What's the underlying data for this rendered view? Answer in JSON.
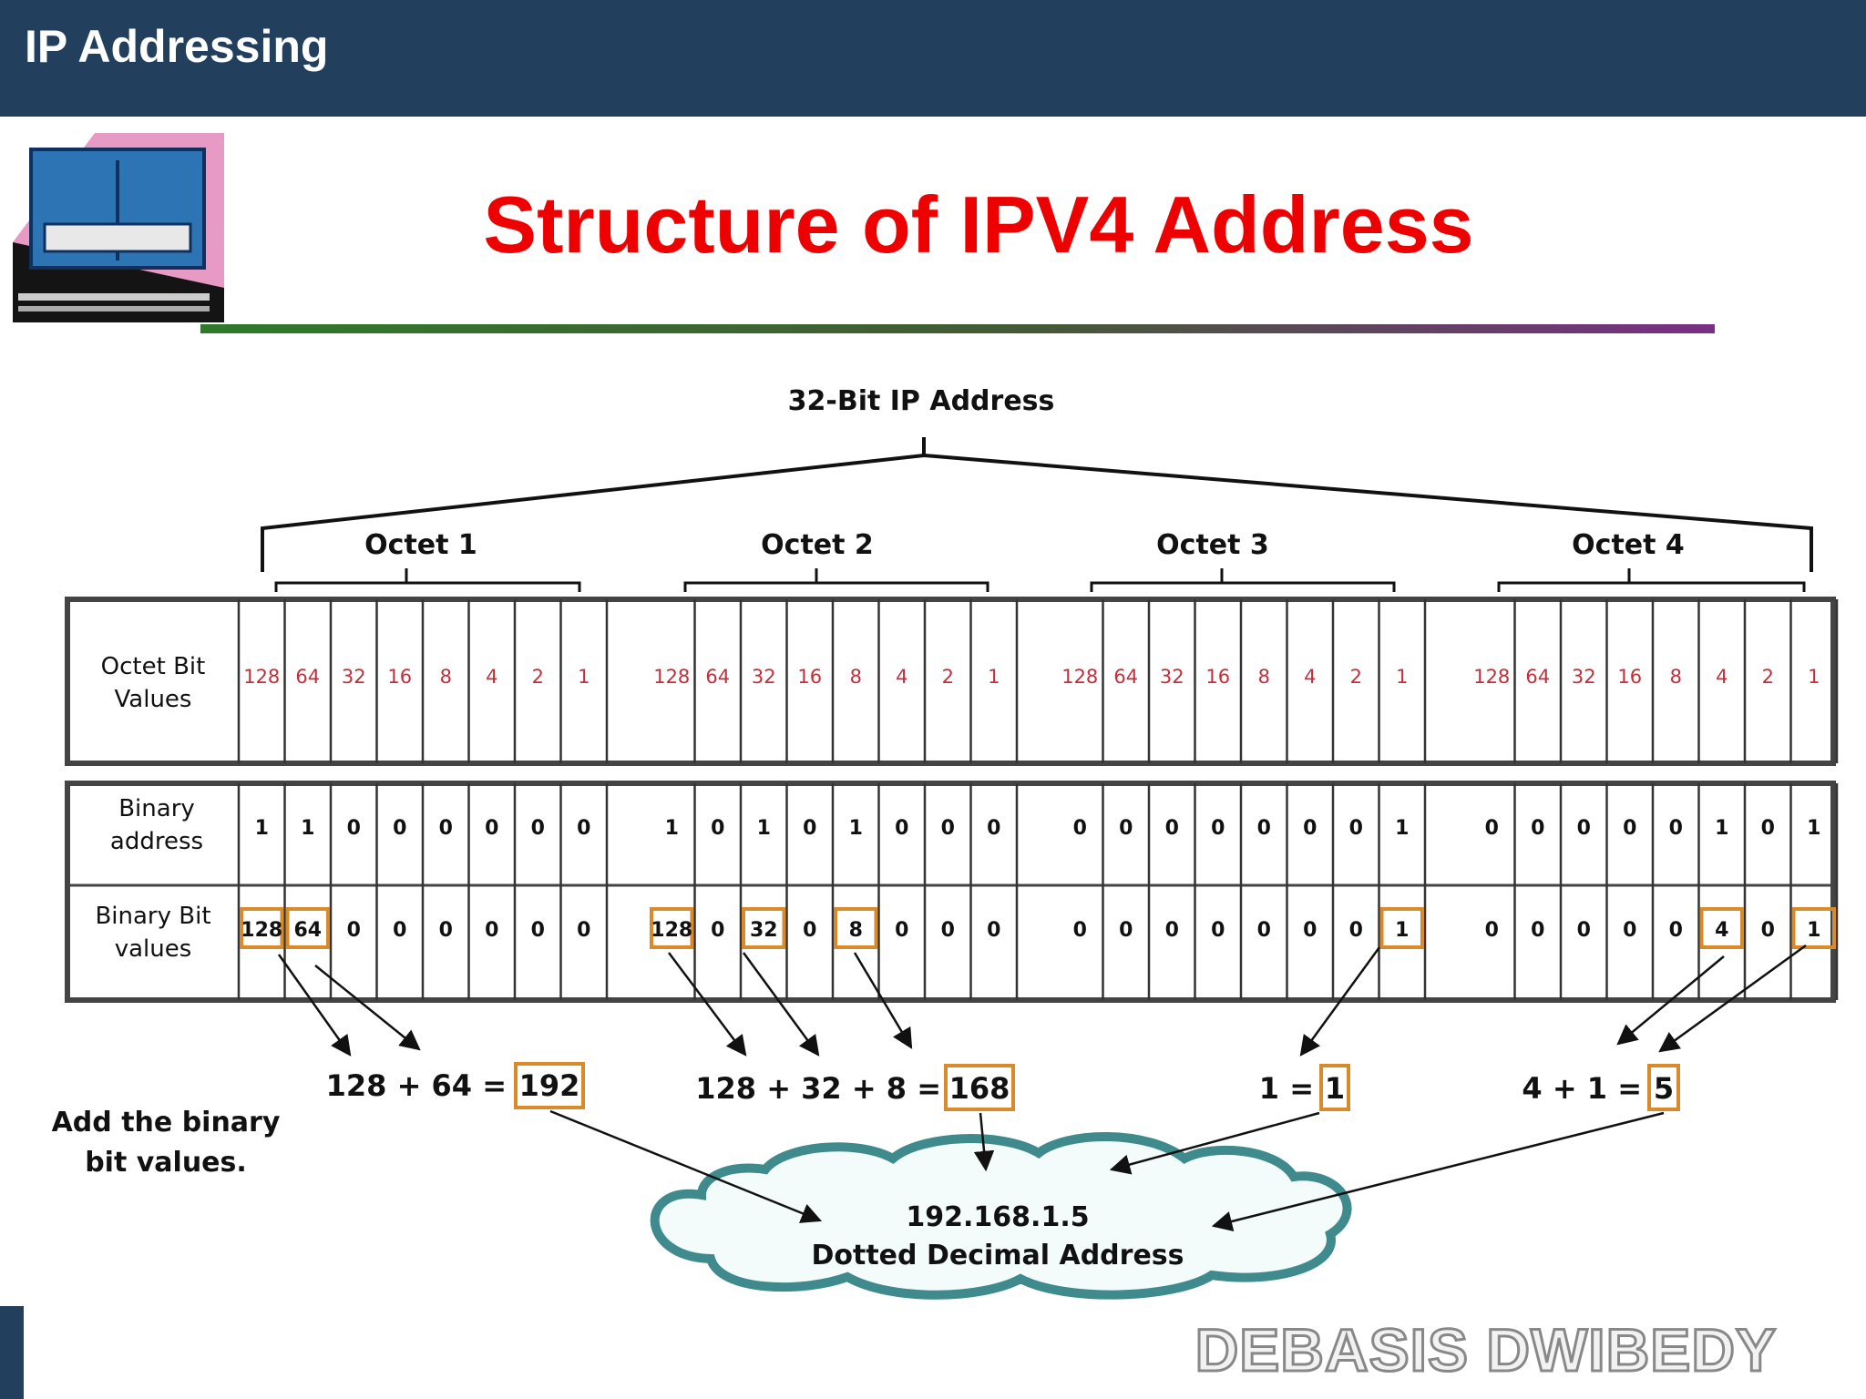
{
  "header": {
    "title": "IP Addressing"
  },
  "slide": {
    "title": "Structure of IPV4 Address"
  },
  "footer": {
    "author": "DEBASIS DWIBEDY"
  },
  "colors": {
    "header_bg": "#22405e",
    "title": "#ee0000",
    "bit_value": "#c0303a",
    "highlight_box": "#d98a2a"
  },
  "diagram": {
    "top_label": "32-Bit IP Address",
    "octets": [
      {
        "label": "Octet 1",
        "bit_values": [
          "128",
          "64",
          "32",
          "16",
          "8",
          "4",
          "2",
          "1"
        ],
        "binary": [
          "1",
          "1",
          "0",
          "0",
          "0",
          "0",
          "0",
          "0"
        ],
        "bit_bit_values": [
          "128",
          "64",
          "0",
          "0",
          "0",
          "0",
          "0",
          "0"
        ],
        "sum_expr": "128 + 64 =",
        "sum_result": "192"
      },
      {
        "label": "Octet 2",
        "bit_values": [
          "128",
          "64",
          "32",
          "16",
          "8",
          "4",
          "2",
          "1"
        ],
        "binary": [
          "1",
          "0",
          "1",
          "0",
          "1",
          "0",
          "0",
          "0"
        ],
        "bit_bit_values": [
          "128",
          "0",
          "32",
          "0",
          "8",
          "0",
          "0",
          "0"
        ],
        "sum_expr": "128 + 32 + 8 =",
        "sum_result": "168"
      },
      {
        "label": "Octet 3",
        "bit_values": [
          "128",
          "64",
          "32",
          "16",
          "8",
          "4",
          "2",
          "1"
        ],
        "binary": [
          "0",
          "0",
          "0",
          "0",
          "0",
          "0",
          "0",
          "1"
        ],
        "bit_bit_values": [
          "0",
          "0",
          "0",
          "0",
          "0",
          "0",
          "0",
          "1"
        ],
        "sum_expr": "1 =",
        "sum_result": "1"
      },
      {
        "label": "Octet 4",
        "bit_values": [
          "128",
          "64",
          "32",
          "16",
          "8",
          "4",
          "2",
          "1"
        ],
        "binary": [
          "0",
          "0",
          "0",
          "0",
          "0",
          "1",
          "0",
          "1"
        ],
        "bit_bit_values": [
          "0",
          "0",
          "0",
          "0",
          "0",
          "4",
          "0",
          "1"
        ],
        "sum_expr": "4 + 1 =",
        "sum_result": "5"
      }
    ],
    "row_labels": {
      "octet_bit_values": [
        "Octet Bit",
        "Values"
      ],
      "binary_address": [
        "Binary",
        "address"
      ],
      "binary_bit_values": [
        "Binary Bit",
        "values"
      ]
    },
    "note": [
      "Add the binary",
      "bit values."
    ],
    "result": {
      "address": "192.168.1.5",
      "caption": "Dotted Decimal Address"
    }
  }
}
